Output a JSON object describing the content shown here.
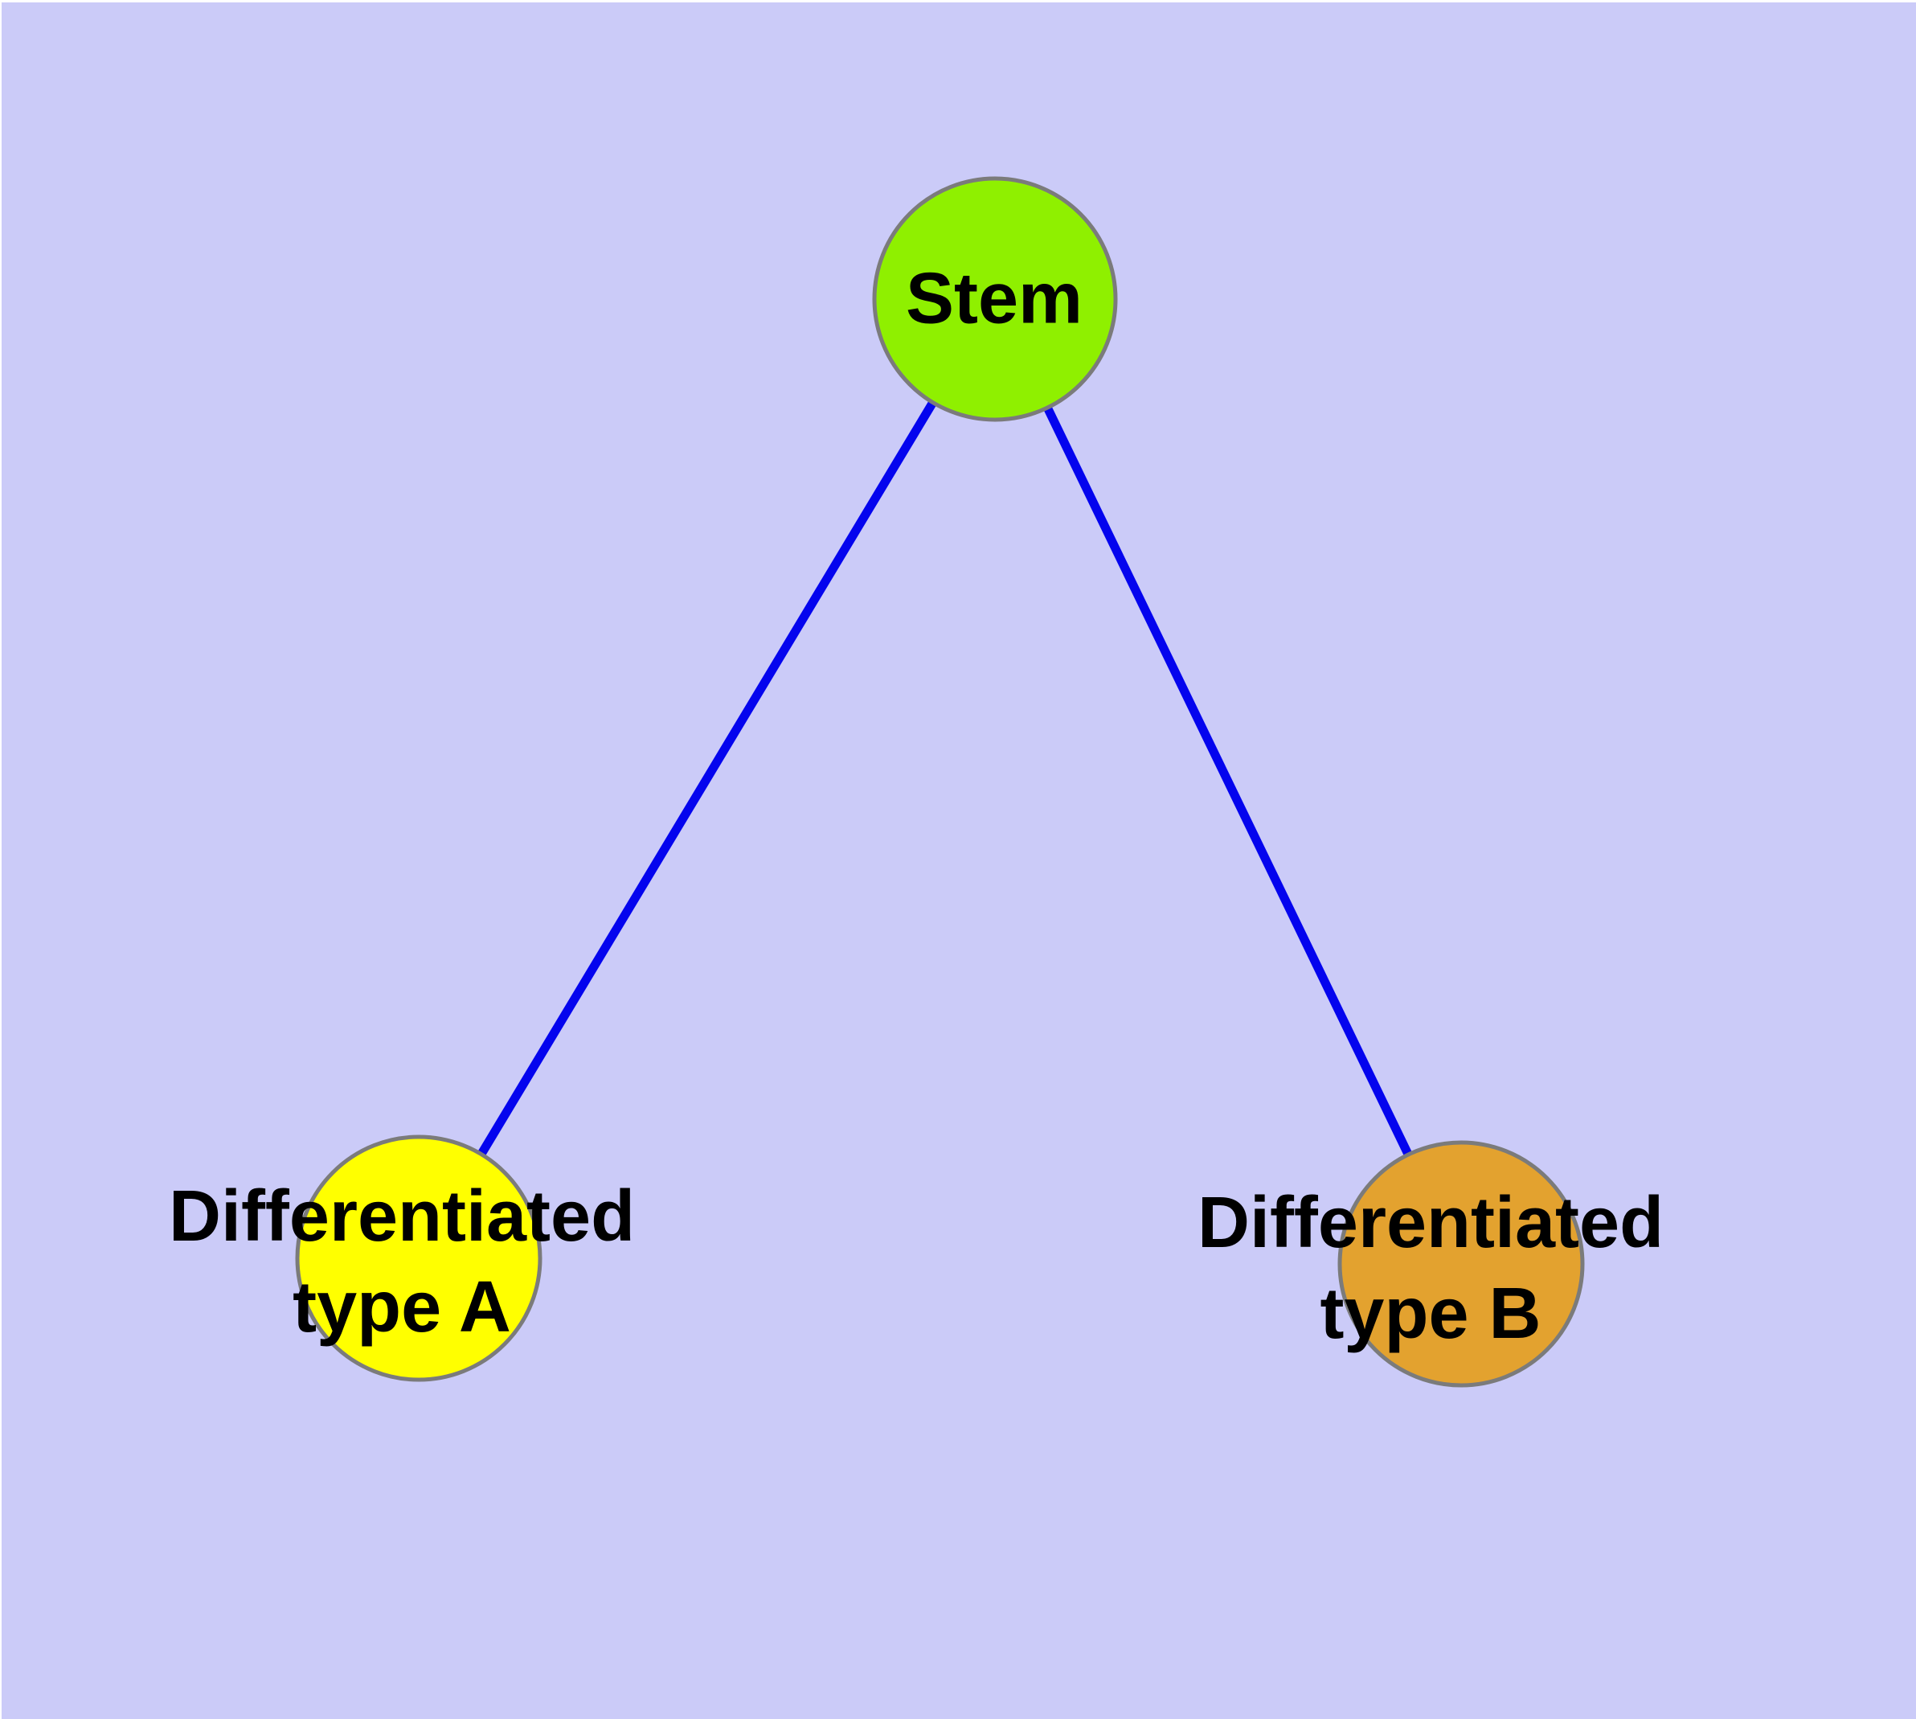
{
  "diagram": {
    "title": "",
    "background_color": "#cbcbf8",
    "edge_color": "#0404ee",
    "node_border_color": "#7b7b7b",
    "label_color": "#000000",
    "nodes": [
      {
        "id": "stem",
        "label_lines": [
          "Stem"
        ],
        "fill_color": "#8ff000"
      },
      {
        "id": "differentiated-type-a",
        "label_lines": [
          "Differentiated",
          "type A"
        ],
        "fill_color": "#ffff00"
      },
      {
        "id": "differentiated-type-b",
        "label_lines": [
          "Differentiated",
          "type B"
        ],
        "fill_color": "#e3a22f"
      }
    ],
    "edges": [
      {
        "from": "stem",
        "to": "differentiated-type-a"
      },
      {
        "from": "stem",
        "to": "differentiated-type-b"
      }
    ]
  }
}
